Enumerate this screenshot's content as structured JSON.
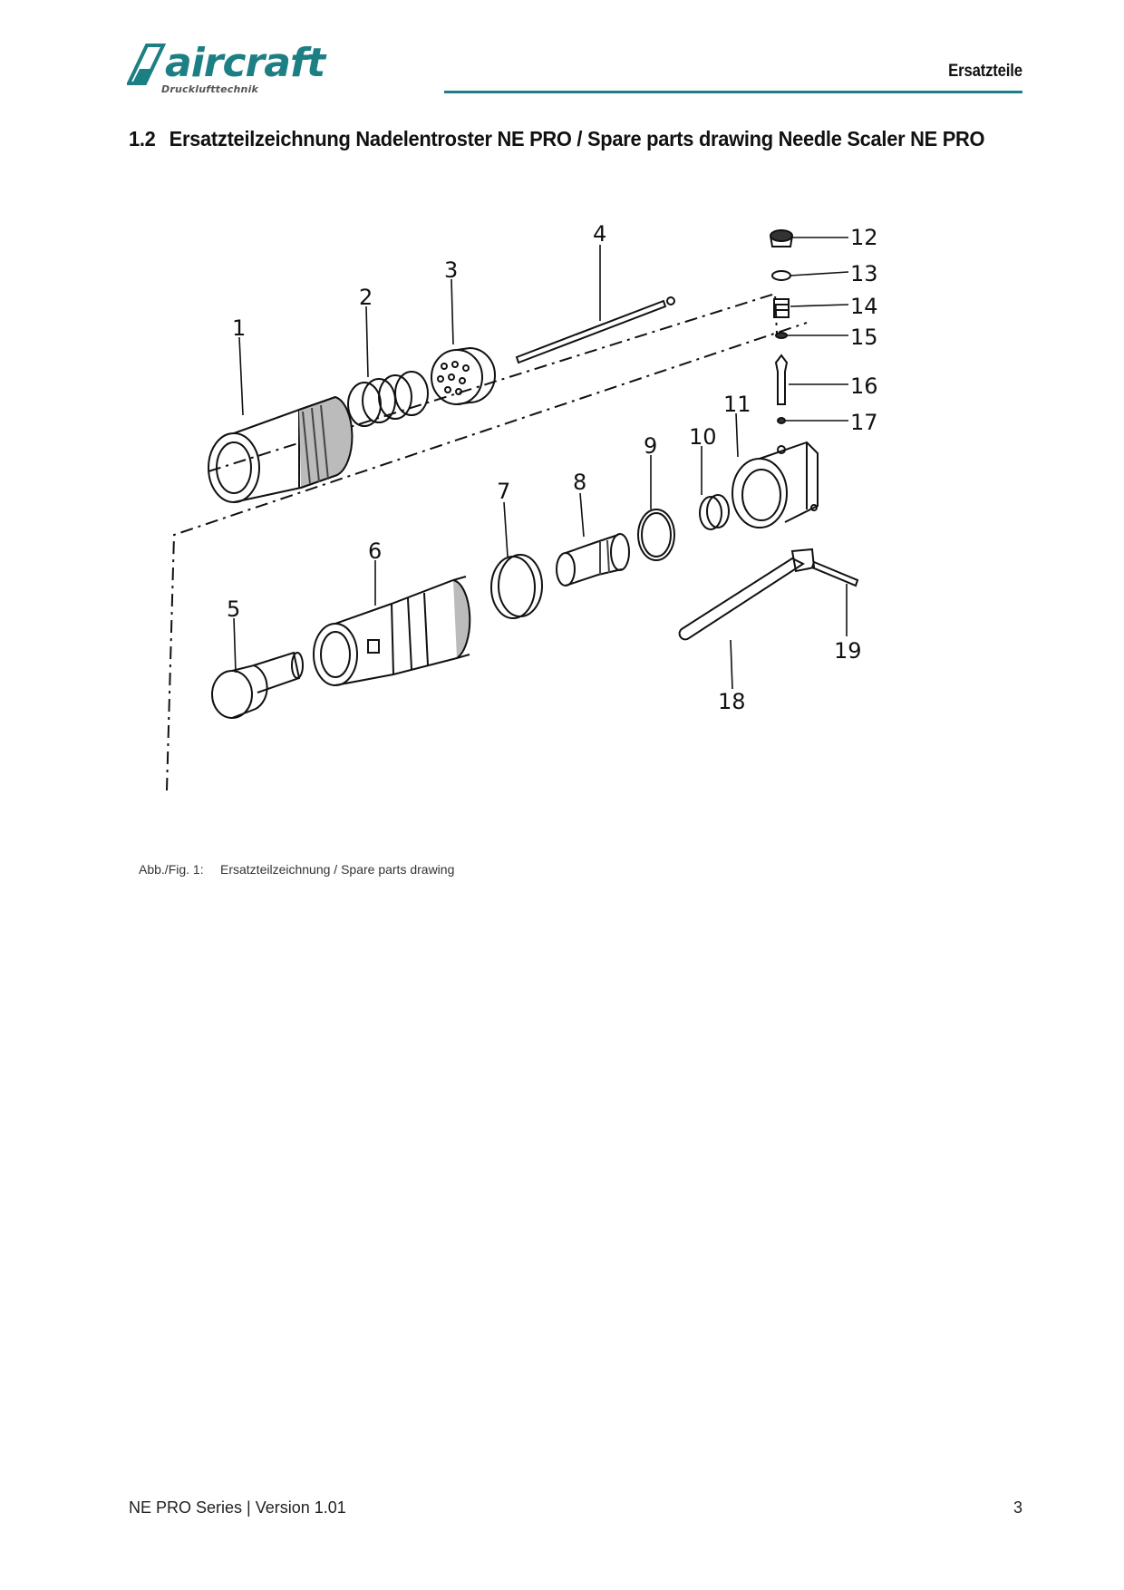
{
  "header": {
    "brand": "aircraft",
    "brand_sub": "Drucklufttechnik",
    "section": "Ersatzteile",
    "accent_color": "#1c7f83"
  },
  "heading": {
    "number": "1.2",
    "text": "Ersatzteilzeichnung Nadelentroster NE PRO / Spare parts drawing Needle Scaler NE PRO"
  },
  "drawing": {
    "parts": [
      {
        "id": "1",
        "label": "1"
      },
      {
        "id": "2",
        "label": "2"
      },
      {
        "id": "3",
        "label": "3"
      },
      {
        "id": "4",
        "label": "4"
      },
      {
        "id": "5",
        "label": "5"
      },
      {
        "id": "6",
        "label": "6"
      },
      {
        "id": "7",
        "label": "7"
      },
      {
        "id": "8",
        "label": "8"
      },
      {
        "id": "9",
        "label": "9"
      },
      {
        "id": "10",
        "label": "10"
      },
      {
        "id": "11",
        "label": "11"
      },
      {
        "id": "12",
        "label": "12"
      },
      {
        "id": "13",
        "label": "13"
      },
      {
        "id": "14",
        "label": "14"
      },
      {
        "id": "15",
        "label": "15"
      },
      {
        "id": "16",
        "label": "16"
      },
      {
        "id": "17",
        "label": "17"
      },
      {
        "id": "18",
        "label": "18"
      },
      {
        "id": "19",
        "label": "19"
      }
    ]
  },
  "caption": {
    "fig": "Abb./Fig. 1:",
    "text": "Ersatzteilzeichnung / Spare parts drawing"
  },
  "footer": {
    "left": "NE PRO Series | Version 1.01",
    "page": "3"
  }
}
